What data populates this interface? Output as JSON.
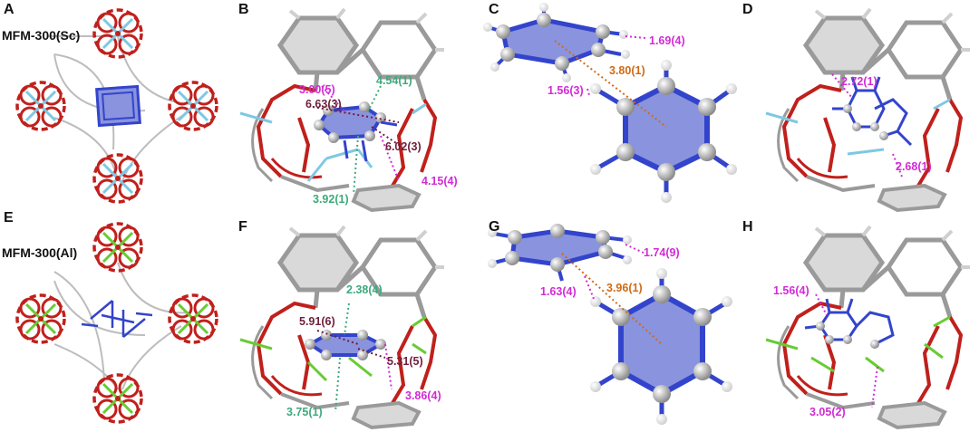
{
  "panels": {
    "A": {
      "letter": "A",
      "material": "MFM-300(Sc)"
    },
    "B": {
      "letter": "B",
      "distances": [
        "3.00(5)",
        "4.54(1)",
        "6.63(3)",
        "6.02(3)",
        "4.15(4)",
        "3.92(1)"
      ]
    },
    "C": {
      "letter": "C",
      "distances": [
        "1.69(4)",
        "3.80(1)",
        "1.56(3)"
      ]
    },
    "D": {
      "letter": "D",
      "distances": [
        "2.72(1)",
        "2.68(1)"
      ]
    },
    "E": {
      "letter": "E",
      "material": "MFM-300(Al)"
    },
    "F": {
      "letter": "F",
      "distances": [
        "2.38(4)",
        "5.91(6)",
        "5.31(5)",
        "3.86(4)",
        "3.75(1)"
      ]
    },
    "G": {
      "letter": "G",
      "distances": [
        "1.74(9)",
        "1.63(4)",
        "3.96(1)"
      ]
    },
    "H": {
      "letter": "H",
      "distances": [
        "1.56(4)",
        "3.05(2)"
      ]
    }
  },
  "colors": {
    "magenta": "#d22bd6",
    "green": "#3daa7c",
    "maroon": "#6e1f3c",
    "orange": "#d06a16",
    "oxygen": "#c0201c",
    "scandium": "#7ec8e3",
    "aluminium": "#66cc33",
    "carbon_framework": "#bdbdbd",
    "guest_ring": "#3344cc",
    "guest_fill": "#8a93dd"
  }
}
